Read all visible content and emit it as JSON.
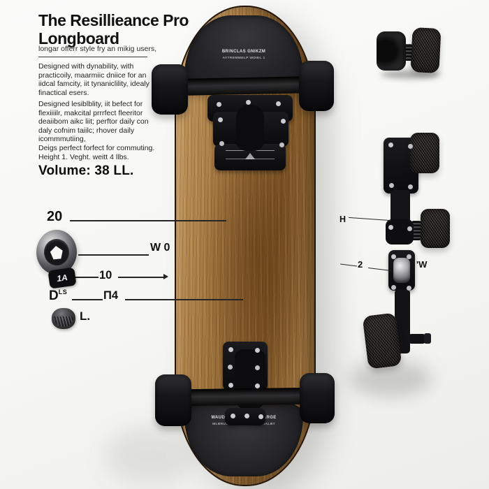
{
  "colors": {
    "background": "#f6f6f3",
    "text": "#1a1a1a",
    "wood_light": "#caa068",
    "wood_dark": "#7e5526",
    "pad_black": "#242428",
    "component_black": "#101013",
    "bolt_silver": "#cbcbd0",
    "leader_line": "#262626"
  },
  "header": {
    "title_line1": "The Resillieance Pro",
    "title_line2": "Longboard",
    "subtitle": "longar offerr style fry an mikig users,"
  },
  "description": {
    "p1": "Designed with dynability, with practicoily, maarmiic dniice for an iidcal famcity, iit tynaniclility, idealy finactical esers.",
    "p2": "Designed lesiblblity, iit befect for flexiiiilr, makcital prrrfect fleeritor deaiibom aikc liit; perftor daily con daly cofnim taiilc; rhover daily icommmutiing,",
    "p3": "Deigs perfect forfect for commuting. Height 1. Veght. weitt 4 llbs.",
    "volume": "Volume: 38 LL."
  },
  "callouts": {
    "length": "20",
    "width": "W 0",
    "ten": "10",
    "d": "D",
    "d_sup": "LS",
    "fourteen": "Π4",
    "l": "L.",
    "badge": "1A",
    "h": "H",
    "two": "2",
    "w_mark": "'W"
  },
  "board": {
    "nose_line1": "BRINCLAS GNIKZM",
    "nose_line2": "AYTREMMELP WDIEL 1",
    "tail_line1": "WAUDERW WIRBU H .LARGE",
    "tail_line2": "MLBRUUREY LAURR BUVERALBT"
  },
  "icons": {
    "wheel_bearing_icon": "css-radial-circle-with-pentagon-core",
    "wheel_small_icon": "css-radial-circle-with-tread",
    "arrow_right_icon": "css-triangle-right"
  }
}
